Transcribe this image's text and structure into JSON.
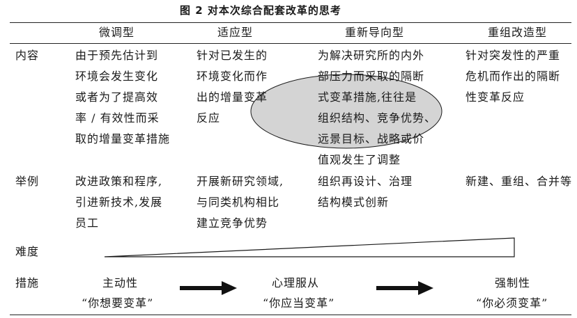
{
  "caption": "图 2   对本次综合配套改革的思考",
  "columns": [
    "微调型",
    "适应型",
    "重新导向型",
    "重组改造型"
  ],
  "rows": {
    "content": {
      "label": "内容",
      "cells": [
        [
          "由于预先估计到",
          "环境会发生变化",
          "或者为了提高效",
          "率 / 有效性而采",
          "取的增量变革措施"
        ],
        [
          "针对已发生的",
          "环境变化而作",
          "出的增量变革",
          "反应"
        ],
        [
          "为解决研究所的内外",
          "部压力而采取的隔断",
          "式变革措施,往往是",
          "组织结构、竞争优势、",
          "远景目标、战略或价",
          "值观发生了调整"
        ],
        [
          "针对突发性的严重",
          "危机而作出的隔断",
          "性变革反应"
        ]
      ]
    },
    "example": {
      "label": "举例",
      "cells": [
        [
          "改进政策和程序,",
          "引进新技术,发展",
          "员工"
        ],
        [
          "开展新研究领域,",
          "与同类机构相比",
          "建立竞争优势"
        ],
        [
          "组织再设计、治理",
          "结构模式创新"
        ],
        [
          "新建、重组、合并等"
        ]
      ]
    },
    "difficulty": {
      "label": "难度"
    },
    "measures": {
      "label": "措施",
      "items": [
        {
          "title": "主动性",
          "quote": "“你想要变革”"
        },
        {
          "title": "心理服从",
          "quote": "“你应当变革”"
        },
        {
          "title": "强制性",
          "quote": "“你必须变革”"
        }
      ]
    }
  }
}
